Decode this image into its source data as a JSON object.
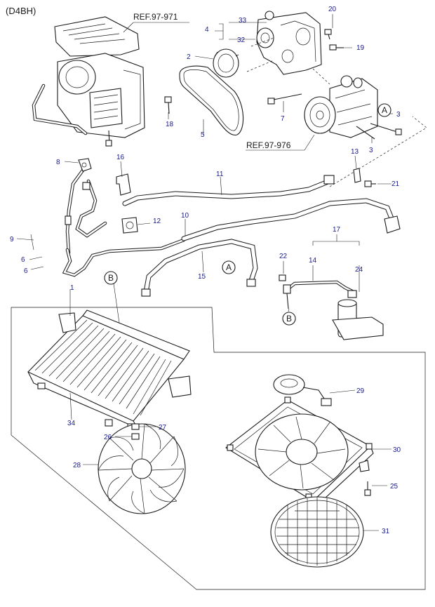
{
  "header": {
    "model_code": "(D4BH)"
  },
  "references": {
    "ref_top": "REF.97-971",
    "ref_compressor": "REF.97-976"
  },
  "callouts": {
    "c1": "1",
    "c2": "2",
    "c3a": "3",
    "c3b": "3",
    "c4": "4",
    "c5": "5",
    "c6a": "6",
    "c6b": "6",
    "c7": "7",
    "c8": "8",
    "c9": "9",
    "c10": "10",
    "c11": "11",
    "c12": "12",
    "c13": "13",
    "c14": "14",
    "c15": "15",
    "c16": "16",
    "c17": "17",
    "c18": "18",
    "c19": "19",
    "c20": "20",
    "c21": "21",
    "c22": "22",
    "c24": "24",
    "c25": "25",
    "c26": "26",
    "c27": "27",
    "c28": "28",
    "c29": "29",
    "c30": "30",
    "c31": "31",
    "c32": "32",
    "c33": "33",
    "c34": "34"
  },
  "connectors": {
    "a1": "A",
    "a2": "A",
    "b1": "B",
    "b2": "B"
  },
  "colors": {
    "line": "#1a1a1a",
    "callout": "#1a1a8c",
    "background": "#ffffff"
  }
}
